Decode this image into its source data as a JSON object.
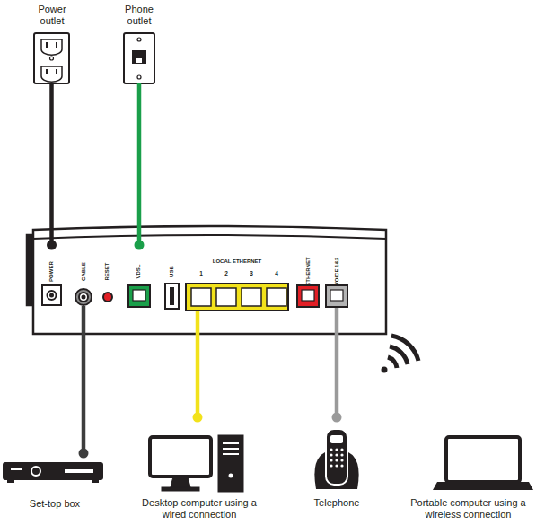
{
  "diagram": {
    "nodes": [
      {
        "text": [
          "Power outlet"
        ]
      },
      {
        "text": [
          "Phone outlet"
        ]
      },
      {
        "text": [
          "POWER"
        ]
      },
      {
        "text": [
          "CABLE"
        ]
      },
      {
        "text": [
          "RESET"
        ]
      },
      {
        "text": [
          "VDSL"
        ]
      },
      {
        "text": [
          "USB"
        ]
      },
      {
        "text": [
          "LOCAL ETHERNET"
        ]
      },
      {
        "text": [
          "1"
        ],
        "in": 7
      },
      {
        "text": [
          "2"
        ],
        "in": 7
      },
      {
        "text": [
          "3"
        ],
        "in": 7
      },
      {
        "text": [
          "4"
        ],
        "in": 7
      },
      {
        "text": [
          "ETHERNET"
        ]
      },
      {
        "text": [
          "VOICE 1&2"
        ]
      },
      {
        "text": [
          "Set-top box"
        ]
      },
      {
        "text": [
          "Desktop computer using a wired connection"
        ]
      },
      {
        "text": [
          "Telephone"
        ]
      },
      {
        "text": [
          "Portable computer using a wireless connection"
        ]
      }
    ],
    "edges": [
      {
        "from": 0,
        "to": 2,
        "arrow": "none"
      },
      {
        "from": 1,
        "to": 5,
        "arrow": "none"
      },
      {
        "from": 3,
        "to": 14,
        "arrow": "none"
      },
      {
        "from": 7,
        "to": 15,
        "arrow": "none"
      },
      {
        "from": 13,
        "to": 16,
        "arrow": "none"
      }
    ]
  }
}
